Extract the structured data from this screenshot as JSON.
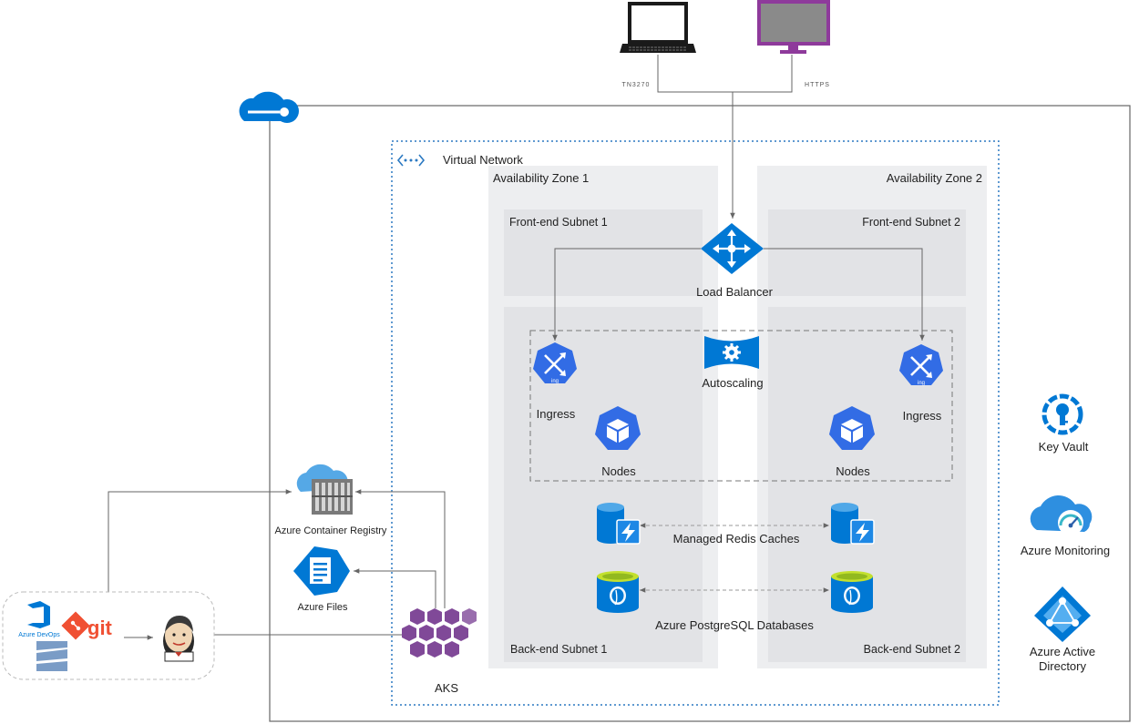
{
  "labels": {
    "tn3270": "TN3270",
    "https": "HTTPS",
    "virtual_network": "Virtual Network",
    "availability_zone_1": "Availability Zone 1",
    "availability_zone_2": "Availability Zone 2",
    "frontend_subnet_1": "Front-end Subnet 1",
    "frontend_subnet_2": "Front-end Subnet 2",
    "backend_subnet_1": "Back-end Subnet 1",
    "backend_subnet_2": "Back-end Subnet 2",
    "load_balancer": "Load Balancer",
    "autoscaling": "Autoscaling",
    "ingress_left": "Ingress",
    "ingress_right": "Ingress",
    "nodes_left": "Nodes",
    "nodes_right": "Nodes",
    "redis": "Managed Redis Caches",
    "postgres": "Azure PostgreSQL Databases",
    "acr": "Azure Container Registry",
    "files": "Azure Files",
    "aks": "AKS",
    "key_vault": "Key Vault",
    "monitoring": "Azure Monitoring",
    "aad_line1": "Azure Active",
    "aad_line2": "Directory",
    "azure_devops": "Azure DevOps",
    "git": "git",
    "ing_left": "ing",
    "ing_right": "ing"
  },
  "colors": {
    "azure_blue": "#0078d4",
    "icon_blue": "#326ce5",
    "zone_bg": "#edeef0",
    "subnet_bg": "#e2e3e6",
    "aks_purple": "#804998",
    "git_orange": "#f05033",
    "purple_monitor": "#8e3a9b"
  }
}
